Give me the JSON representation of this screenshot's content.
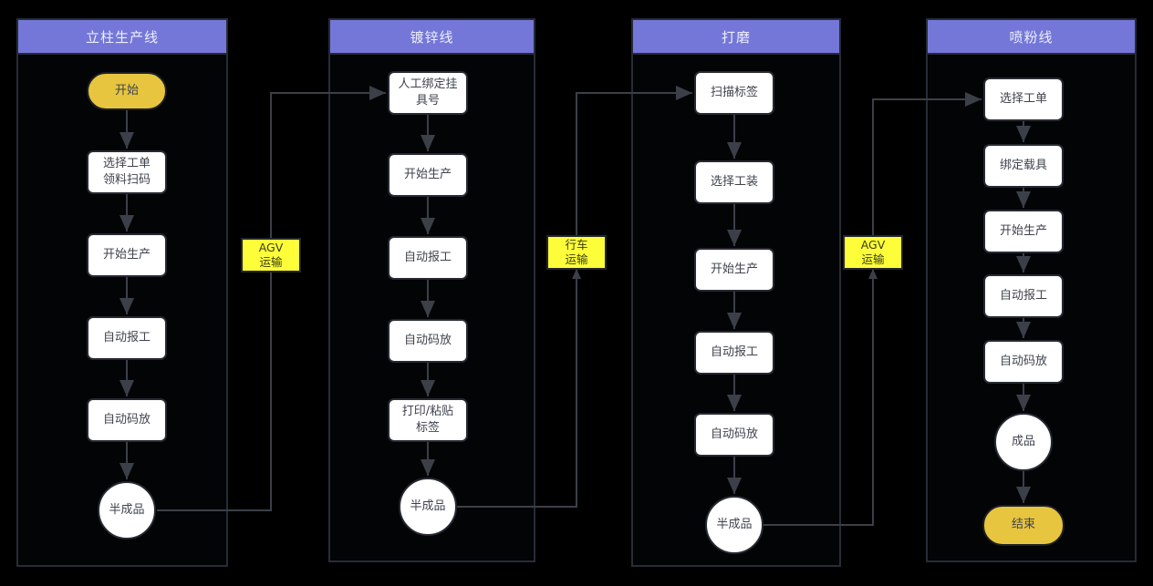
{
  "colors": {
    "background": "#000000",
    "lane_fill": "#030406",
    "lane_border": "#272c36",
    "header_fill": "#7477d8",
    "header_text": "#edeefb",
    "process_fill": "#ffffff",
    "process_border": "#262932",
    "process_text": "#3f434d",
    "terminal_fill": "#e7c53f",
    "terminal_border": "#1d2026",
    "transport_fill": "#fdfe39",
    "transport_border": "#23262c",
    "arrow": "#3b3f48"
  },
  "lanes": [
    {
      "title": "立柱生产线",
      "nodes": [
        {
          "type": "start",
          "label": "开始"
        },
        {
          "type": "process",
          "label": "选择工单\n领料扫码"
        },
        {
          "type": "process",
          "label": "开始生产"
        },
        {
          "type": "process",
          "label": "自动报工"
        },
        {
          "type": "process",
          "label": "自动码放"
        },
        {
          "type": "circle",
          "label": "半成品"
        }
      ]
    },
    {
      "title": "镀锌线",
      "nodes": [
        {
          "type": "process",
          "label": "人工绑定挂\n具号"
        },
        {
          "type": "process",
          "label": "开始生产"
        },
        {
          "type": "process",
          "label": "自动报工"
        },
        {
          "type": "process",
          "label": "自动码放"
        },
        {
          "type": "process",
          "label": "打印/粘贴\n标签"
        },
        {
          "type": "circle",
          "label": "半成品"
        }
      ]
    },
    {
      "title": "打磨",
      "nodes": [
        {
          "type": "process",
          "label": "扫描标签"
        },
        {
          "type": "process",
          "label": "选择工装"
        },
        {
          "type": "process",
          "label": "开始生产"
        },
        {
          "type": "process",
          "label": "自动报工"
        },
        {
          "type": "process",
          "label": "自动码放"
        },
        {
          "type": "circle",
          "label": "半成品"
        }
      ]
    },
    {
      "title": "喷粉线",
      "nodes": [
        {
          "type": "process",
          "label": "选择工单"
        },
        {
          "type": "process",
          "label": "绑定载具"
        },
        {
          "type": "process",
          "label": "开始生产"
        },
        {
          "type": "process",
          "label": "自动报工"
        },
        {
          "type": "process",
          "label": "自动码放"
        },
        {
          "type": "circle",
          "label": "成品"
        },
        {
          "type": "end",
          "label": "结束"
        }
      ]
    }
  ],
  "transports": [
    {
      "label": "AGV\n运输"
    },
    {
      "label": "行车\n运输"
    },
    {
      "label": "AGV\n运输"
    }
  ]
}
